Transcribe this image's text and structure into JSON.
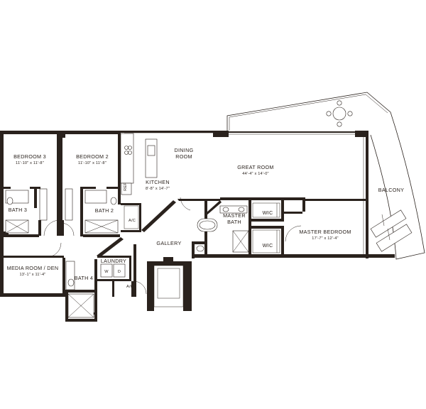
{
  "rooms": {
    "bedroom3": {
      "name": "BEDROOM 3",
      "dims": "11'-10\" x 11'-8\""
    },
    "bedroom2": {
      "name": "BEDROOM 2",
      "dims": "11'-10\" x 11'-8\""
    },
    "dining": {
      "line1": "DINING",
      "line2": "ROOM"
    },
    "great_room": {
      "name": "GREAT ROOM",
      "dims": "44'-4\" x 14'-0\""
    },
    "kitchen": {
      "name": "KITCHEN",
      "dims": "8'-8\" x 14'-7\""
    },
    "balcony": {
      "name": "BALCONY"
    },
    "bath3": {
      "name": "BATH 3"
    },
    "bath2": {
      "name": "BATH 2"
    },
    "master_bath": {
      "line1": "MASTER",
      "line2": "BATH"
    },
    "wic_upper": {
      "name": "WIC"
    },
    "wic_lower": {
      "name": "WIC"
    },
    "master_bedroom": {
      "name": "MASTER BEDROOM",
      "dims": "17'-7\" x 12'-4\""
    },
    "gallery": {
      "name": "GALLERY"
    },
    "media_room": {
      "name": "MEDIA ROOM / DEN",
      "dims": "13'-1\" x 11'-4\""
    },
    "laundry": {
      "name": "LAUNDRY"
    },
    "bath4": {
      "name": "BATH 4"
    }
  },
  "tags": {
    "ref": "REF",
    "ac_kitchen": "A/C",
    "ac_lower": "A/C",
    "washer": "W",
    "dryer": "D"
  }
}
